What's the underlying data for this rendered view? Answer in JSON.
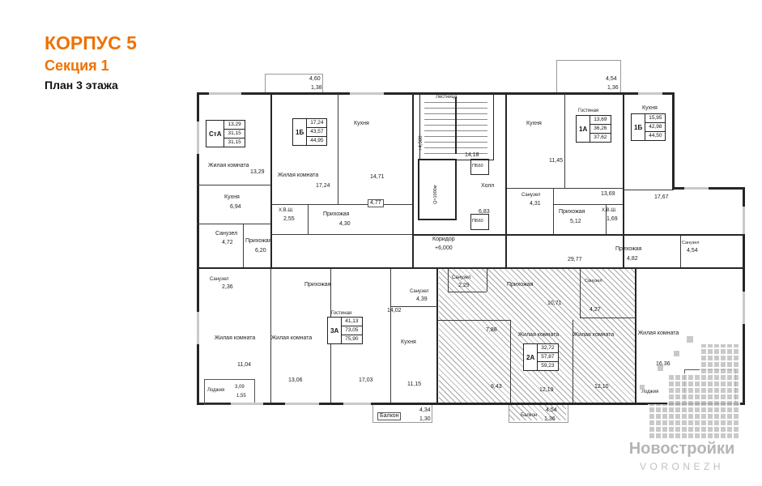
{
  "header": {
    "building": "КОРПУС 5",
    "section": "Секция 1",
    "plan": "План 3 этажа"
  },
  "units": [
    {
      "t": "СтА",
      "r": "13,29",
      "l": "31,15",
      "s": "31,15"
    },
    {
      "t": "1Б",
      "r": "17,24",
      "l": "43,57",
      "s": "44,95"
    },
    {
      "t": "1А",
      "r": "13,69",
      "l": "36,26",
      "s": "37,62"
    },
    {
      "t": "1Б",
      "r": "15,95",
      "l": "42,98",
      "s": "44,50"
    },
    {
      "t": "3А",
      "r": "41,13",
      "l": "73,05",
      "s": "75,90"
    },
    {
      "t": "2А",
      "r": "32,72",
      "l": "57,87",
      "s": "59,23"
    }
  ],
  "rooms": {
    "sta_living": {
      "n": "Жилая комната",
      "a": "13,29"
    },
    "sta_kitchen": {
      "n": "Кухня",
      "a": "6,94"
    },
    "sta_bath": {
      "n": "Санузел",
      "a": "4,72"
    },
    "sta_hall": {
      "n": "Прихожая",
      "a": "6,20"
    },
    "b2_living": {
      "n": "Жилая комната",
      "a": "17,24"
    },
    "b2_kitchen": {
      "n": "Кухня",
      "a": "14,71"
    },
    "b2_closet": {
      "n": "Х.В.Ш.",
      "a": "2,55"
    },
    "b2_hall": {
      "n": "Прихожая",
      "a": "4,30"
    },
    "b2_corr": {
      "a": "4,77"
    },
    "core_stairs": {
      "n": "Лестница"
    },
    "core_elev1": {
      "n": "+4,500"
    },
    "core_dim": {
      "a": "14,18"
    },
    "core_lift": {
      "n": "Q=1000кг"
    },
    "core_vent1": {
      "n": "ПБ60"
    },
    "core_vent2": {
      "n": "ПБ60"
    },
    "core_hall": {
      "n": "Холл",
      "a": "6,83"
    },
    "core_corr": {
      "n": "Коридор",
      "a": "+6,000"
    },
    "corr_area": {
      "a": "29,77"
    },
    "a1_kitchen": {
      "n": "Кухня",
      "a": "11,45"
    },
    "a1_living": {
      "n": "Гостиная",
      "a": "13,69"
    },
    "a1_bath": {
      "n": "Санузел",
      "a": "4,31"
    },
    "a1_hall": {
      "n": "Прихожая",
      "a": "5,12"
    },
    "a1_closet": {
      "n": "Х.В.Ш.",
      "a": "1,69"
    },
    "br_kitchen": {
      "n": "Кухня"
    },
    "br_living": {
      "a": "17,67"
    },
    "br_bath": {
      "n": "Санузел",
      "a": "4,54"
    },
    "br_hall": {
      "n": "Прихожая",
      "a": "4,82"
    },
    "a3_hall": {
      "n": "Прихожая",
      "a": "14,02"
    },
    "a3_bath_s": {
      "n": "Санузел",
      "a": "2,36"
    },
    "a3_bath1": {
      "n": "Санузел",
      "a": "4,39"
    },
    "a3_bath2": {
      "n": "Санузел",
      "a": "2,29"
    },
    "a3_liv1": {
      "n": "Жилая комната",
      "a": "11,04"
    },
    "a3_liv2": {
      "n": "Жилая комната",
      "a": "13,06"
    },
    "a3_liv3": {
      "n": "Гостиная",
      "a": "17,03"
    },
    "a3_kitchen": {
      "n": "Кухня",
      "a": "11,15"
    },
    "a3_loggia": {
      "n": "Лоджия",
      "a": "3,09",
      "b": "1,55"
    },
    "a2_hall": {
      "n": "Прихожая",
      "a": "7,88"
    },
    "a2_num1": {
      "a": "10,71"
    },
    "a2_liv1": {
      "n": "Жилая комната",
      "a": "12,19"
    },
    "a2_liv2": {
      "n": "Жилая комната",
      "a": "12,10"
    },
    "a2_num2": {
      "a": "8,43"
    },
    "a2_bath": {
      "n": "Санузел",
      "a": "4,27"
    },
    "r_living": {
      "n": "Жилая комната",
      "a": "16,36"
    },
    "r_loggia": {
      "n": "Лоджия"
    },
    "balc1": {
      "n": "Балкон",
      "a": "4,34",
      "b": "1,30"
    },
    "balc2": {
      "n": "Балкон",
      "a": "4,54",
      "b": "1,36"
    },
    "bay1": {
      "a": "4,60",
      "b": "1,38"
    },
    "bay2": {
      "a": "4,54",
      "b": "1,36"
    }
  },
  "watermark": {
    "line1": "Новостройки",
    "line2": "VORONEZH"
  }
}
